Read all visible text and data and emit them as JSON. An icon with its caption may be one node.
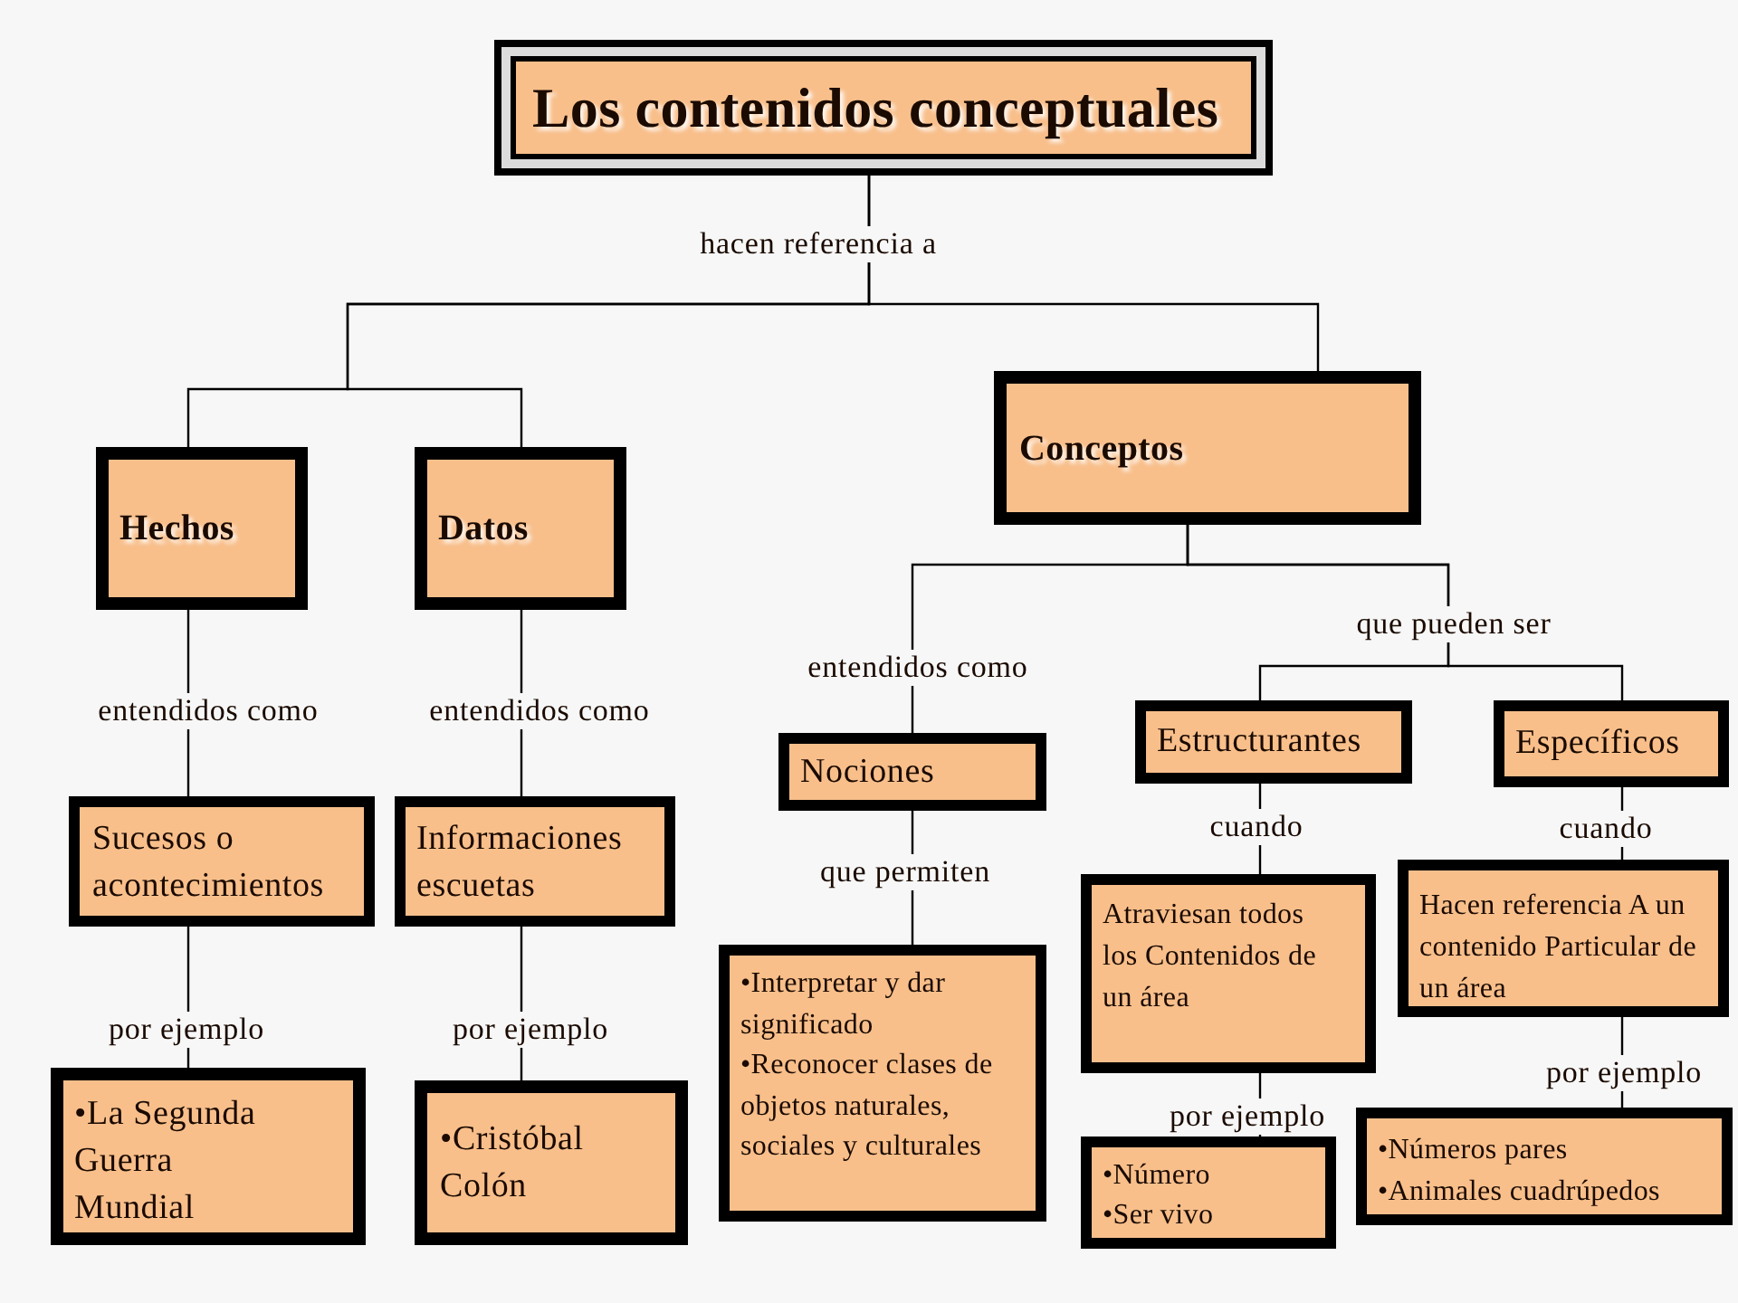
{
  "diagram": {
    "nodes": [
      {
        "text": [
          "Los contenidos conceptuales"
        ]
      },
      {
        "text": [
          "Hechos"
        ]
      },
      {
        "text": [
          "Datos"
        ]
      },
      {
        "text": [
          "Conceptos"
        ]
      },
      {
        "text": [
          "Sucesos o acontecimientos"
        ]
      },
      {
        "text": [
          "Informaciones escuetas"
        ]
      },
      {
        "text": [
          "Nociones"
        ]
      },
      {
        "text": [
          "Estructurantes"
        ]
      },
      {
        "text": [
          "Específicos"
        ]
      },
      {
        "text": [
          "Atraviesan todos los Contenidos de un área"
        ]
      },
      {
        "text": [
          "Hacen referencia A un contenido Particular de un área"
        ]
      },
      {
        "text": [
          "•La Segunda Guerra Mundial"
        ]
      },
      {
        "text": [
          "•Cristóbal Colón"
        ]
      },
      {
        "text": [
          "•Interpretar y dar significado",
          "•Reconocer clases de objetos naturales, sociales y culturales"
        ]
      },
      {
        "text": [
          "•Número",
          "•Ser vivo"
        ]
      },
      {
        "text": [
          "•Números pares",
          "•Animales cuadrúpedos"
        ]
      }
    ],
    "edges": [
      {
        "from": 0,
        "to": 1,
        "arrow": "none",
        "label": "hacen referencia a"
      },
      {
        "from": 0,
        "to": 2,
        "arrow": "none"
      },
      {
        "from": 0,
        "to": 3,
        "arrow": "none"
      },
      {
        "from": 1,
        "to": 4,
        "arrow": "none",
        "label": "entendidos como"
      },
      {
        "from": 2,
        "to": 5,
        "arrow": "none",
        "label": "entendidos como"
      },
      {
        "from": 3,
        "to": 6,
        "arrow": "none",
        "label": "entendidos como"
      },
      {
        "from": 3,
        "to": 7,
        "arrow": "none",
        "label": "que pueden ser"
      },
      {
        "from": 3,
        "to": 8,
        "arrow": "none"
      },
      {
        "from": 4,
        "to": 11,
        "arrow": "none",
        "label": "por ejemplo"
      },
      {
        "from": 5,
        "to": 12,
        "arrow": "none",
        "label": "por ejemplo"
      },
      {
        "from": 6,
        "to": 13,
        "arrow": "none",
        "label": "que permiten"
      },
      {
        "from": 7,
        "to": 9,
        "arrow": "none",
        "label": "cuando"
      },
      {
        "from": 8,
        "to": 10,
        "arrow": "none",
        "label": "cuando"
      },
      {
        "from": 9,
        "to": 14,
        "arrow": "none",
        "label": "por ejemplo"
      },
      {
        "from": 10,
        "to": 15,
        "arrow": "none",
        "label": "por ejemplo"
      }
    ]
  }
}
